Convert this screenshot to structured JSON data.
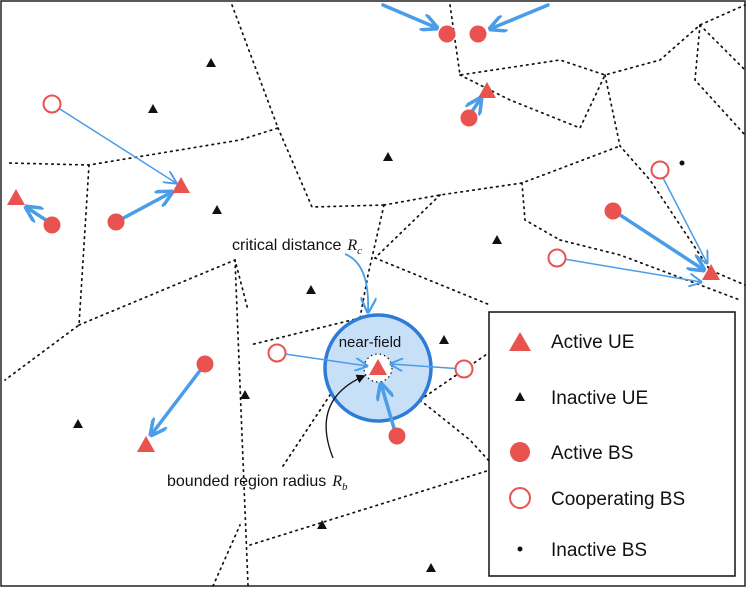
{
  "annotations": {
    "critical_distance_label": "critical distance",
    "critical_distance_symbol": "R",
    "critical_distance_subscript": "c",
    "bounded_region_label": "bounded region radius",
    "bounded_region_symbol": "R",
    "bounded_region_subscript": "b",
    "near_field_label": "near-field"
  },
  "legend": {
    "active_ue": "Active UE",
    "inactive_ue": "Inactive UE",
    "active_bs": "Active BS",
    "cooperating_bs": "Cooperating BS",
    "inactive_bs": "Inactive BS"
  },
  "colors": {
    "active": "#e8524f",
    "link": "#4a9de8",
    "near_field_fill": "#c8dff8",
    "near_field_stroke": "#2d7cd6",
    "boundary": "#111111"
  }
}
